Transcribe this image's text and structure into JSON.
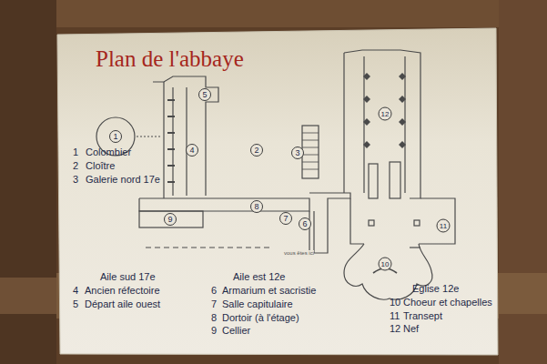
{
  "diagram": {
    "title": "Plan de l'abbaye",
    "labels": [
      "1",
      "2",
      "3",
      "4",
      "5",
      "6",
      "7",
      "8",
      "9",
      "10",
      "11",
      "12",
      "vous êtes ici",
      "1",
      "Colombier",
      "2",
      "Cloître",
      "3",
      "Galerie nord 17e",
      "Aile sud 17e",
      "4",
      "Ancien réfectoire",
      "5",
      "Départ aile ouest",
      "Aile est 12e",
      "6",
      "Armarium et sacristie",
      "7",
      "Salle capitulaire",
      "8",
      "Dortoir (à l'étage)",
      "9",
      "Cellier",
      "Eglise 12e",
      "10",
      "Choeur et chapelles",
      "11",
      "Transept",
      "12",
      "Nef"
    ]
  }
}
